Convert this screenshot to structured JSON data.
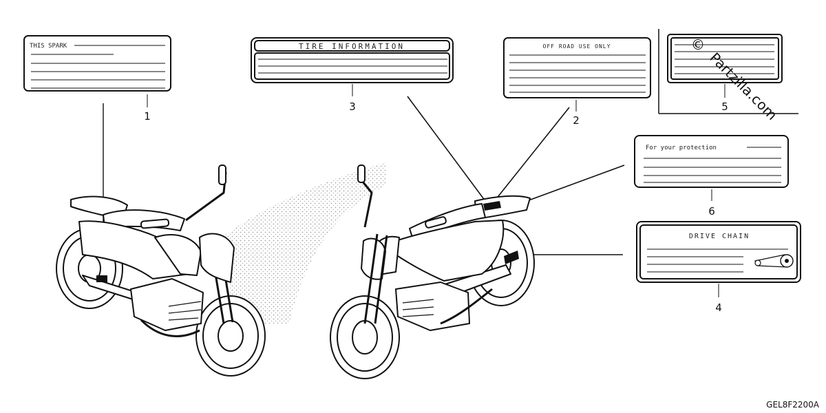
{
  "labels": [
    {
      "ref": "1",
      "text": "THIS SPARK"
    },
    {
      "ref": "3",
      "text": "TIRE INFORMATION"
    },
    {
      "ref": "2",
      "text": "OFF ROAD USE ONLY"
    },
    {
      "ref": "5",
      "text": ""
    },
    {
      "ref": "6",
      "text": "For your protection"
    },
    {
      "ref": "4",
      "text": "DRIVE CHAIN"
    }
  ],
  "callouts": [
    "1",
    "3",
    "2",
    "5",
    "6",
    "4"
  ],
  "watermark": {
    "symbol": "©",
    "text": "Partzilla.com"
  },
  "diagram_code": "GEL8F2200A",
  "colors": {
    "ink": "#111111",
    "paper": "#ffffff",
    "stipple": "#8a8a8a"
  }
}
